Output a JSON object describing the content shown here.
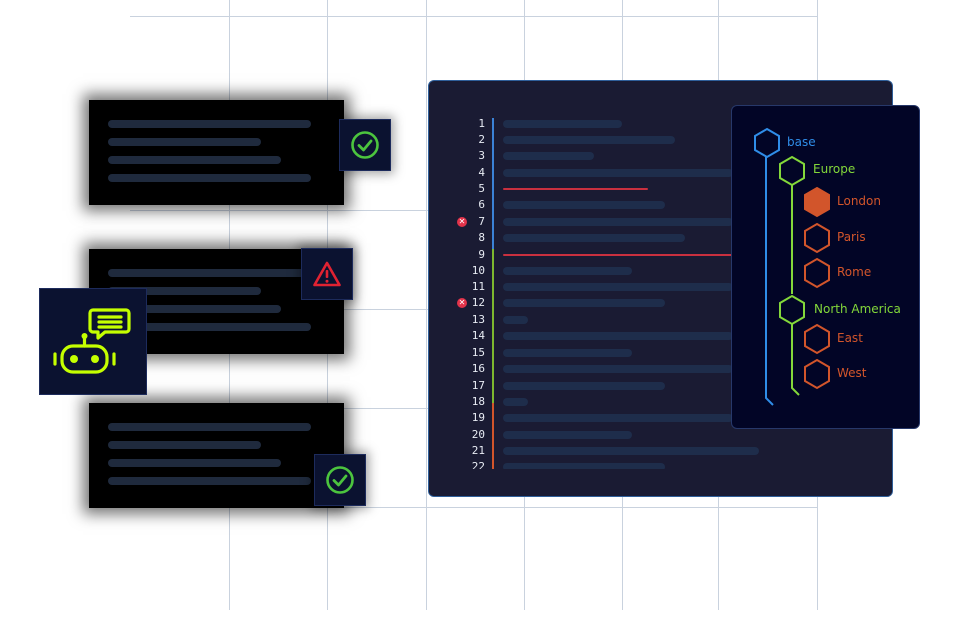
{
  "status_icons": {
    "card1": "check-circle-icon",
    "card2": "warning-triangle-icon",
    "card3": "check-circle-icon",
    "robot": "robot-chat-icon"
  },
  "colors": {
    "success": "#4cc43e",
    "warning": "#e02232",
    "robot": "#c5ff00",
    "gutter_blue": "#3b82d6",
    "gutter_green": "#7cb82f",
    "gutter_orange": "#d2552b",
    "error": "#e2334a"
  },
  "editor": {
    "lines": [
      "1",
      "2",
      "3",
      "4",
      "5",
      "6",
      "7",
      "8",
      "9",
      "10",
      "11",
      "12",
      "13",
      "14",
      "15",
      "16",
      "17",
      "18",
      "19",
      "20",
      "21",
      "22"
    ],
    "error_lines": [
      "7",
      "12"
    ],
    "error_icon": "error-x-icon"
  },
  "tree": {
    "root": "base",
    "groups": [
      {
        "label": "Europe",
        "children": [
          "London",
          "Paris",
          "Rome"
        ]
      },
      {
        "label": "North America",
        "children": [
          "East",
          "West"
        ]
      }
    ],
    "selected": "London"
  }
}
